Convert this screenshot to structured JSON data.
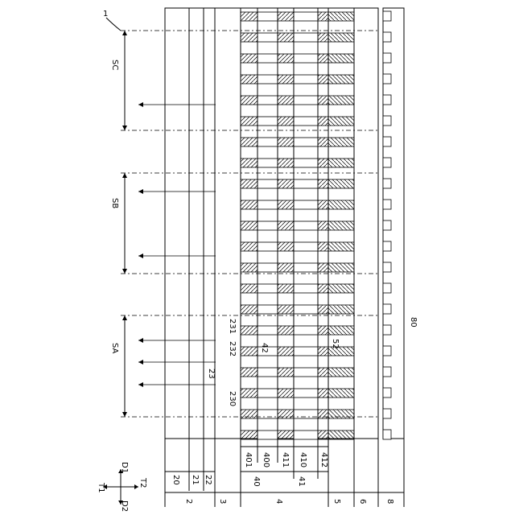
{
  "figure": {
    "label_1": "1",
    "sections": [
      {
        "id": "sc",
        "label": "SC"
      },
      {
        "id": "sb",
        "label": "SB"
      },
      {
        "id": "sa",
        "label": "SA"
      }
    ],
    "layer_labels": {
      "l2": "2",
      "l20": "20",
      "l21": "21",
      "l22": "22",
      "l23": "23",
      "l230": "230",
      "l231": "231",
      "l232": "232",
      "l3": "3",
      "l4": "4",
      "l40": "40",
      "l400": "400",
      "l401": "401",
      "l41": "41",
      "l410": "410",
      "l411": "411",
      "l412": "412",
      "l42": "42",
      "l5": "5",
      "l6": "6",
      "l8": "8",
      "l80": "80",
      "l52": "52"
    },
    "axis_labels": {
      "up": "D1",
      "left": "T1",
      "right": "T2",
      "down": "D2"
    }
  }
}
